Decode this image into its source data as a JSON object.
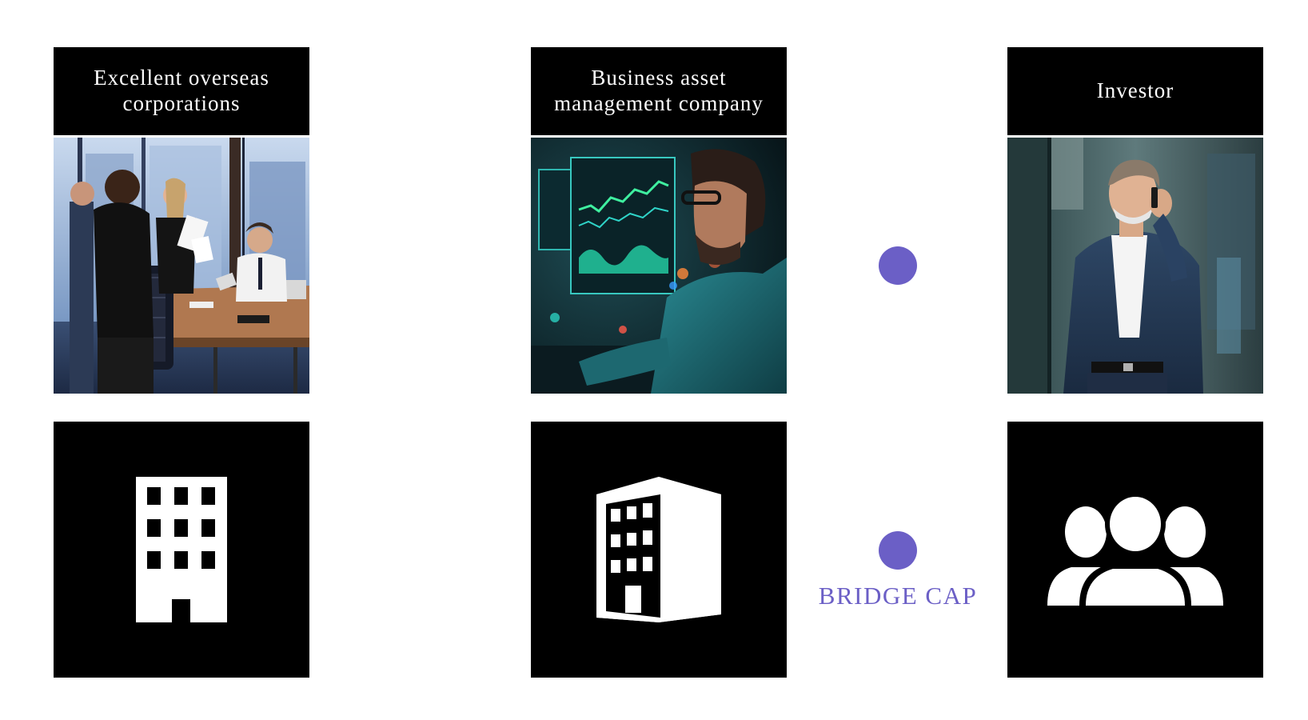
{
  "columns": [
    {
      "title": "Excellent overseas corporations",
      "photo_subject": "business meeting in office",
      "icon": "office-building-icon"
    },
    {
      "title": "Business asset management company",
      "photo_subject": "analyst looking at trading charts",
      "icon": "building-3d-icon"
    },
    {
      "title": "Investor",
      "photo_subject": "businessman on phone",
      "icon": "group-people-icon"
    }
  ],
  "brand": {
    "name": "BRIDGE CAP",
    "color": "#6b5fc6"
  },
  "colors": {
    "box_background": "#000000",
    "box_text": "#ffffff",
    "accent": "#6b5fc6"
  }
}
